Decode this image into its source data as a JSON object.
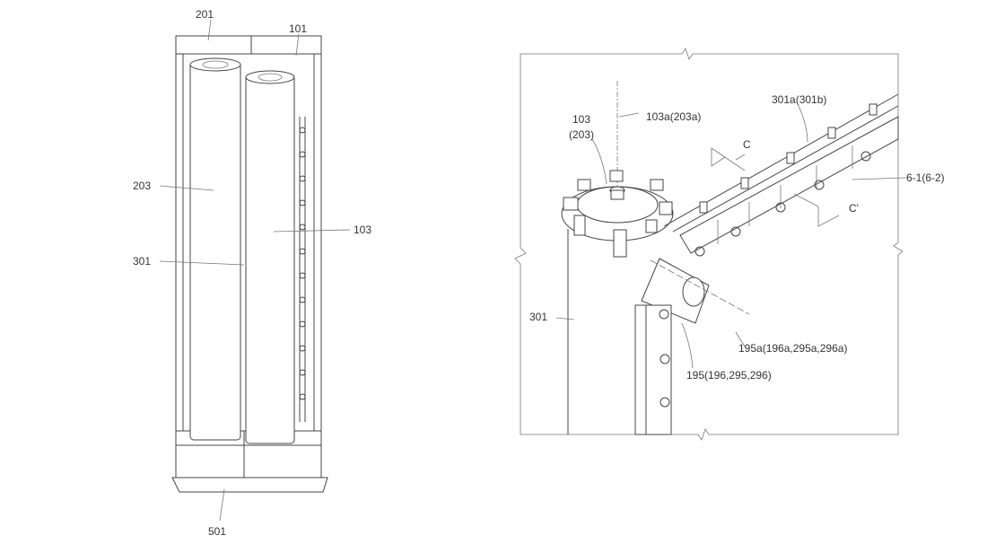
{
  "figure_left": {
    "labels": {
      "l201": "201",
      "l101": "101",
      "l203": "203",
      "l301": "301",
      "l103": "103",
      "l501": "501"
    }
  },
  "figure_right": {
    "labels": {
      "l103": "103",
      "l203": "(203)",
      "l103a": "103a(203a)",
      "l301a": "301a(301b)",
      "lC": "C",
      "l61": "6-1(6-2)",
      "lCp": "C'",
      "l301": "301",
      "l195a": "195a(196a,295a,296a)",
      "l195": "195(196,295,296)"
    }
  }
}
